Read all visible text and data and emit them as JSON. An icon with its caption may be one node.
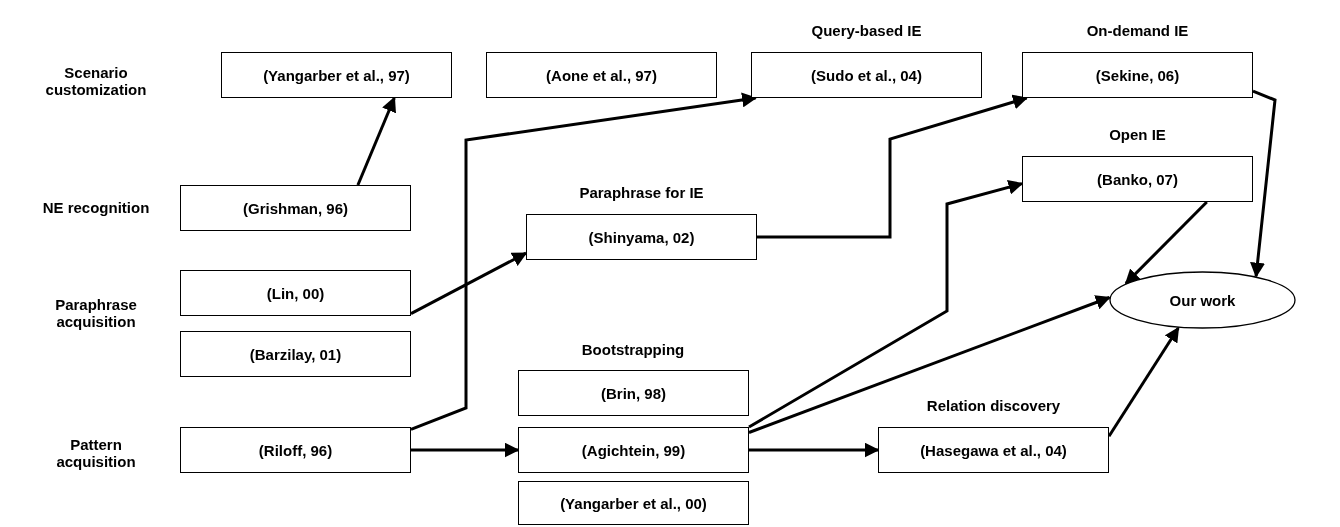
{
  "diagram": {
    "nodes": [
      {
        "text": [
          "(Yangarber et al., 97)"
        ]
      },
      {
        "text": [
          "(Aone et al., 97)"
        ]
      },
      {
        "text": [
          "Query-based IE",
          "(Sudo et al., 04)"
        ]
      },
      {
        "text": [
          "On-demand IE",
          "(Sekine, 06)"
        ]
      },
      {
        "text": [
          "(Grishman, 96)"
        ]
      },
      {
        "text": [
          "Open IE",
          "(Banko, 07)"
        ]
      },
      {
        "text": [
          "Paraphrase for IE",
          "(Shinyama, 02)"
        ]
      },
      {
        "text": [
          "(Lin, 00)"
        ]
      },
      {
        "text": [
          "(Barzilay, 01)"
        ]
      },
      {
        "text": [
          "Our work"
        ]
      },
      {
        "text": [
          "(Brin, 98)"
        ]
      },
      {
        "text": [
          "(Riloff, 96)"
        ]
      },
      {
        "text": [
          "(Agichtein, 99)"
        ]
      },
      {
        "text": [
          "Relation discovery",
          "(Hasegawa et al., 04)"
        ]
      },
      {
        "text": [
          "(Yangarber et al., 00)"
        ]
      }
    ],
    "edges": [
      {
        "from": 4,
        "to": 0,
        "arrow": "to"
      },
      {
        "from": 11,
        "to": 2,
        "arrow": "to"
      },
      {
        "from": 7,
        "to": 6,
        "arrow": "to"
      },
      {
        "from": 6,
        "to": 3,
        "arrow": "to"
      },
      {
        "from": 12,
        "to": 5,
        "arrow": "to"
      },
      {
        "from": 12,
        "to": 9,
        "arrow": "to"
      },
      {
        "from": 12,
        "to": 13,
        "arrow": "to"
      },
      {
        "from": 11,
        "to": 12,
        "arrow": "to"
      },
      {
        "from": 5,
        "to": 9,
        "arrow": "to"
      },
      {
        "from": 3,
        "to": 9,
        "arrow": "to"
      },
      {
        "from": 13,
        "to": 9,
        "arrow": "to"
      }
    ],
    "labels": [
      "Scenario customization",
      "NE recognition",
      "Paraphrase acquisition",
      "Bootstrapping",
      "Pattern acquisition"
    ]
  }
}
